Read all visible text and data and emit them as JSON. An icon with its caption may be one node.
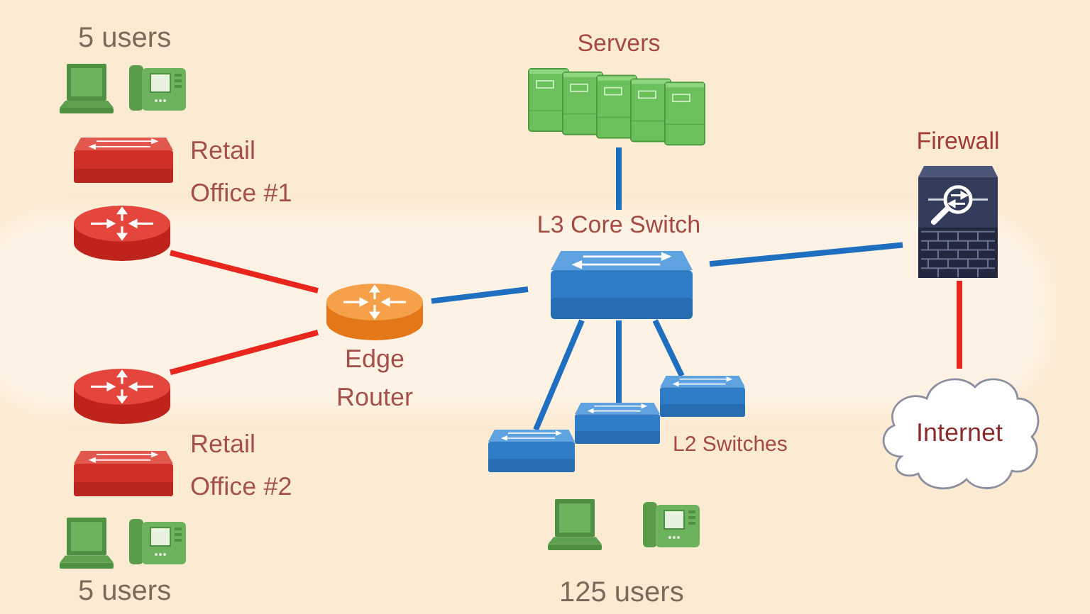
{
  "diagram": {
    "nodes": [
      {
        "text": [],
        "shape": "picture",
        "beside": [
          "Retail Office #1"
        ]
      },
      {
        "text": [],
        "shape": "picture"
      },
      {
        "text": [
          "Servers"
        ]
      },
      {
        "text": [
          "L3 Core Switch"
        ]
      },
      {
        "text": [
          "Firewall"
        ]
      },
      {
        "text": [
          "Edge Router"
        ]
      },
      {
        "text": [],
        "shape": "picture"
      },
      {
        "text": [],
        "shape": "picture",
        "beside": [
          "Retail Office #2"
        ]
      },
      {
        "text": [],
        "shape": "picture"
      },
      {
        "text": [],
        "shape": "picture"
      },
      {
        "text": [],
        "shape": "picture"
      },
      {
        "text": [
          "Internet"
        ]
      }
    ],
    "edges": [
      {
        "from": 1,
        "to": 5,
        "arrow": "none",
        "color": "#e8261e"
      },
      {
        "from": 6,
        "to": 5,
        "arrow": "none",
        "color": "#e8261e"
      },
      {
        "from": 5,
        "to": 3,
        "arrow": "none"
      },
      {
        "from": 2,
        "to": 3,
        "arrow": "none"
      },
      {
        "from": 3,
        "to": 4,
        "arrow": "none"
      },
      {
        "from": 4,
        "to": 11,
        "arrow": "none",
        "color": "#e8261e"
      },
      {
        "from": 3,
        "to": 8,
        "arrow": "none"
      },
      {
        "from": 3,
        "to": 9,
        "arrow": "none"
      },
      {
        "from": 3,
        "to": 10,
        "arrow": "none"
      }
    ],
    "labels": [
      "5 users",
      "L2 Switches",
      "5 users",
      "125 users"
    ]
  }
}
